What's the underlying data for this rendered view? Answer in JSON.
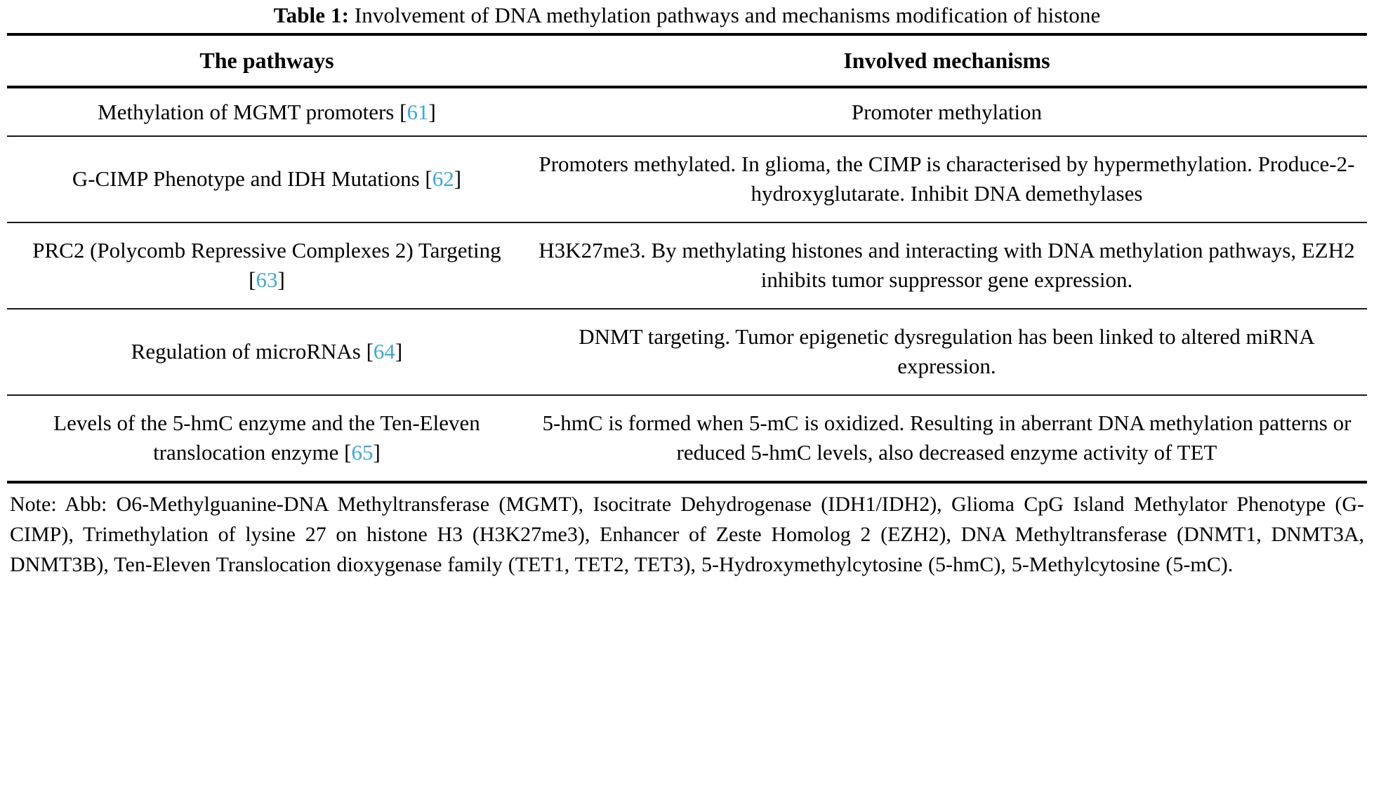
{
  "caption": {
    "label": "Table 1:",
    "text": "Involvement of DNA methylation pathways and mechanisms modification of histone"
  },
  "table": {
    "headers": {
      "col1": "The pathways",
      "col2": "Involved mechanisms"
    },
    "rows": [
      {
        "pathway": "Methylation of MGMT promoters",
        "citation": "61",
        "mechanism": "Promoter methylation"
      },
      {
        "pathway": "G-CIMP Phenotype and IDH Mutations",
        "citation": "62",
        "mechanism": "Promoters methylated. In glioma, the CIMP is characterised by hypermethylation. Produce-2-hydroxyglutarate. Inhibit DNA demethylases"
      },
      {
        "pathway": "PRC2 (Polycomb Repressive Complexes 2) Targeting",
        "citation": "63",
        "mechanism": "H3K27me3. By methylating histones and interacting with DNA methylation pathways, EZH2 inhibits tumor suppressor gene expression."
      },
      {
        "pathway": "Regulation of microRNAs",
        "citation": "64",
        "mechanism": "DNMT targeting. Tumor epigenetic dysregulation has been linked to altered miRNA expression."
      },
      {
        "pathway": "Levels of the 5-hmC enzyme and the Ten-Eleven translocation enzyme",
        "citation": "65",
        "mechanism": "5-hmC is formed when 5-mC is oxidized. Resulting in aberrant DNA methylation patterns or reduced 5-hmC levels, also decreased enzyme activity of TET"
      }
    ]
  },
  "note": {
    "text": "Note: Abb: O6-Methylguanine-DNA Methyltransferase (MGMT), Isocitrate Dehydrogenase (IDH1/IDH2), Glioma CpG Island Methylator Phenotype (G-CIMP), Trimethylation of lysine 27 on histone H3 (H3K27me3), Enhancer of Zeste Homolog 2 (EZH2), DNA Methyltransferase (DNMT1, DNMT3A, DNMT3B), Ten-Eleven Translocation dioxygenase family (TET1, TET2, TET3), 5-Hydroxymethylcytosine (5-hmC), 5-Methylcytosine (5-mC)."
  },
  "colors": {
    "citation": "#3aa8dd",
    "rule": "#000000",
    "text": "#000000",
    "background": "#ffffff"
  }
}
